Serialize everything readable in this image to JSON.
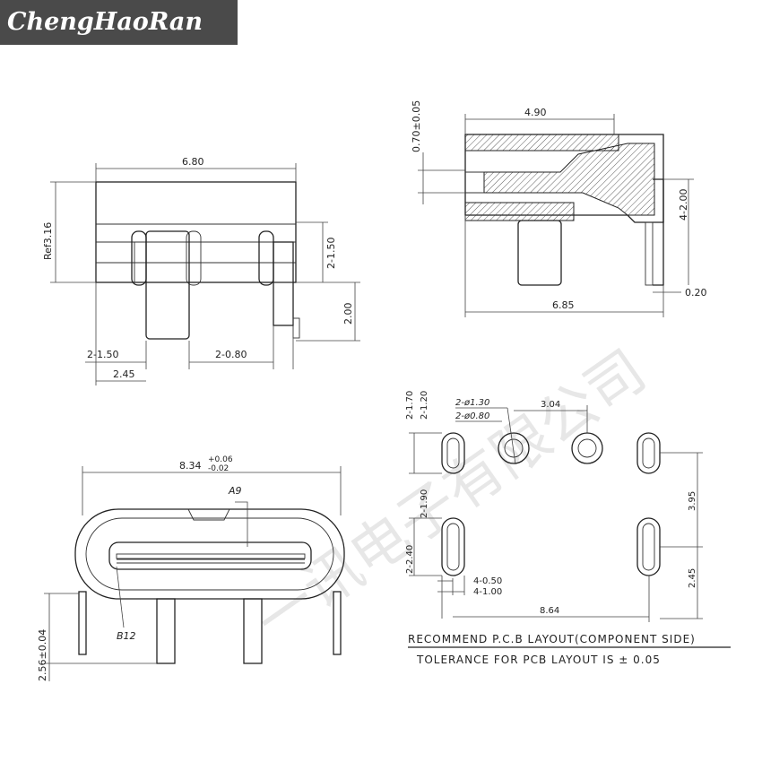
{
  "brand": {
    "name": "ChengHaoRan"
  },
  "watermark": {
    "text": "一讯电子有限公司"
  },
  "side_view": {
    "width": "6.80",
    "ref_height": "Ref3.16",
    "leg_height": "2-1.50",
    "pin_height": "2.00",
    "leg_width": "2-1.50",
    "pin_width": "2-0.80",
    "offset": "2.45"
  },
  "section_view": {
    "top_width": "4.90",
    "thickness": "0.70±0.05",
    "pin_pitch": "4-2.00",
    "bottom_width": "6.85",
    "pin_offset": "0.20"
  },
  "front_view": {
    "width_main": "8.34",
    "width_tol_upper": "+0.06",
    "width_tol_lower": "-0.02",
    "height": "2.56±0.04",
    "pin_a9": "A9",
    "pin_b12": "B12"
  },
  "pcb_layout": {
    "slot_height_a": "2-1.70",
    "slot_width_a": "2-1.20",
    "hole_outer": "2-ø1.30",
    "hole_inner": "2-ø0.80",
    "hole_spacing": "3.04",
    "slot_height_b": "2-1.90",
    "slot_height_c": "2-2.40",
    "pad_width_a": "4-0.50",
    "pad_width_b": "4-1.00",
    "vertical_spacing": "3.95",
    "bottom_offset": "2.45",
    "total_width": "8.64",
    "caption": "RECOMMEND P.C.B LAYOUT(COMPONENT SIDE)",
    "tolerance_note": "TOLERANCE FOR PCB LAYOUT IS ± 0.05"
  }
}
